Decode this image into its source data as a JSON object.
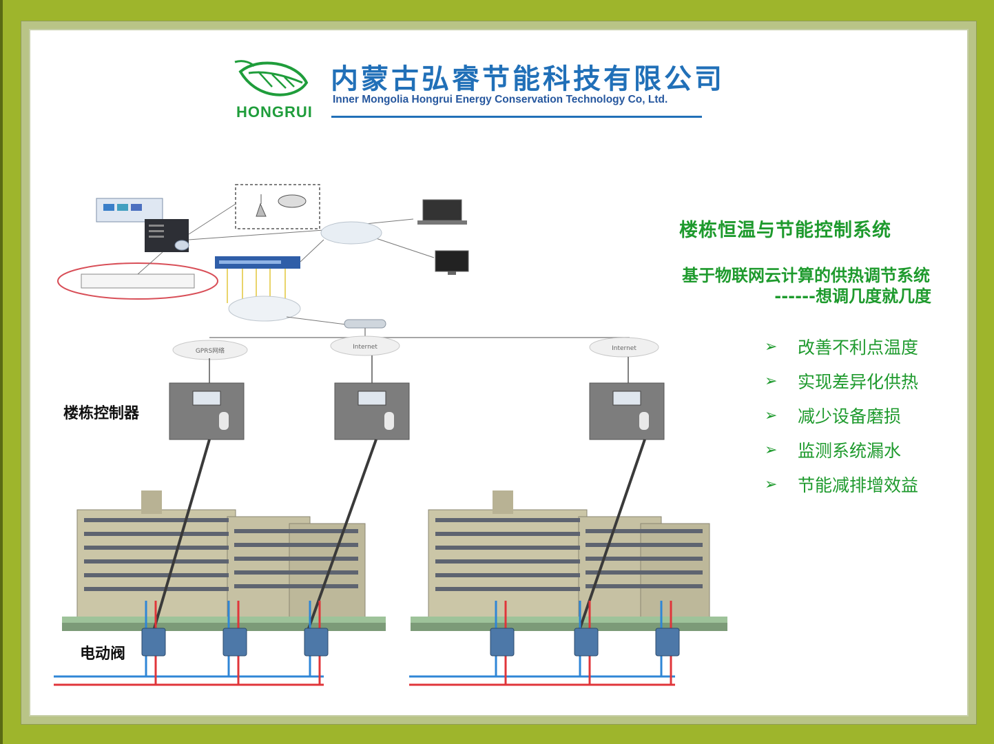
{
  "header": {
    "logo_text": "HONGRUI",
    "company_cn": "内蒙古弘睿节能科技有限公司",
    "company_en": "Inner Mongolia Hongrui Energy Conservation Technology Co, Ltd."
  },
  "panel": {
    "title": "楼栋恒温与节能控制系统",
    "subtitle_line1": "基于物联网云计算的供热调节系统",
    "subtitle_line2": "------想调几度就几度",
    "bullets": [
      "改善不利点温度",
      "实现差异化供热",
      "减少设备磨损",
      "监测系统漏水",
      "节能减排增效益"
    ]
  },
  "diagram": {
    "label_controller": "楼栋控制器",
    "label_valve": "电动阀",
    "clouds": [
      "GPRS网络",
      "Internet",
      "Internet"
    ]
  },
  "colors": {
    "background": "#9eb52c",
    "text_green": "#1e9a2d",
    "brand_blue": "#2170b8",
    "pipe_red": "#e0353a",
    "pipe_blue": "#2f86d6"
  }
}
